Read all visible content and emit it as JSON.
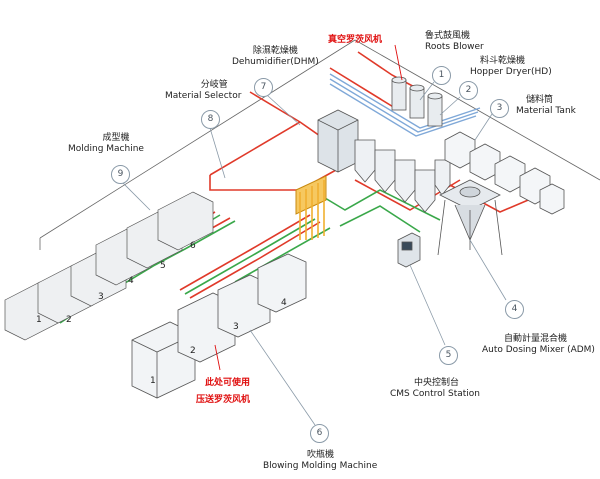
{
  "labels": {
    "vacuum_roots_cn": "真空罗茨风机",
    "roots_blower_zh": "魯式鼓風機",
    "roots_blower_en": "Roots Blower",
    "dhm_zh": "除濕乾燥機",
    "dhm_en": "Dehumidifier(DHM)",
    "selector_zh": "分岐管",
    "selector_en": "Material Selector",
    "hopper_zh": "料斗乾燥機",
    "hopper_en": "Hopper Dryer(HD)",
    "tank_zh": "儲料筒",
    "tank_en": "Material Tank",
    "molding_zh": "成型機",
    "molding_en": "Molding Machine",
    "adm_zh": "自動計量混合機",
    "adm_en": "Auto Dosing Mixer (ADM)",
    "cms_zh": "中央控制台",
    "cms_en": "CMS Control Station",
    "blowing_zh": "吹瓶機",
    "blowing_en": "Blowing Molding Machine",
    "note_line1": "此处可使用",
    "note_line2": "压送罗茨风机"
  },
  "callouts": [
    "1",
    "2",
    "3",
    "4",
    "5",
    "6",
    "7",
    "8",
    "9"
  ],
  "molding_numbers": [
    "1",
    "2",
    "3",
    "4",
    "5",
    "6"
  ],
  "blowing_numbers": [
    "1",
    "2",
    "3",
    "4"
  ],
  "colors": {
    "pipe_red": "#e03a2a",
    "pipe_green": "#3aa84a",
    "pipe_blue": "#7fa8d8",
    "selector": "#f0b030",
    "note_red": "#e01010"
  }
}
